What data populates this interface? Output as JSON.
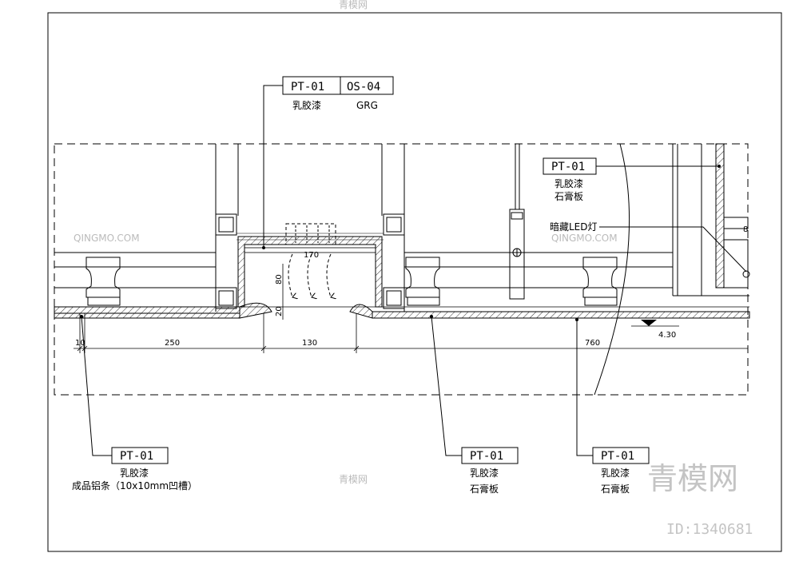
{
  "callouts": {
    "top": {
      "code_left": "PT-01",
      "code_right": "OS-04",
      "label_left": "乳胶漆",
      "label_right": "GRG"
    },
    "right_top": {
      "code": "PT-01",
      "line1": "乳胶漆",
      "line2": "石膏板"
    },
    "led": {
      "label": "暗藏LED灯"
    },
    "bottom_left": {
      "code": "PT-01",
      "line1": "乳胶漆",
      "line2": "成品铝条（10x10mm凹槽）"
    },
    "bottom_mid": {
      "code": "PT-01",
      "line1": "乳胶漆",
      "line2": "石膏板"
    },
    "bottom_right": {
      "code": "PT-01",
      "line1": "乳胶漆",
      "line2": "石膏板"
    }
  },
  "dimensions": {
    "d10": "10",
    "d250": "250",
    "d130": "130",
    "d760": "760",
    "d170": "170",
    "d80": "80",
    "d20": "20",
    "d8": "8",
    "level": "4.30"
  },
  "watermark": {
    "brand": "青模网",
    "brand_en": "QINGMO.COM",
    "id": "ID:1340681"
  }
}
